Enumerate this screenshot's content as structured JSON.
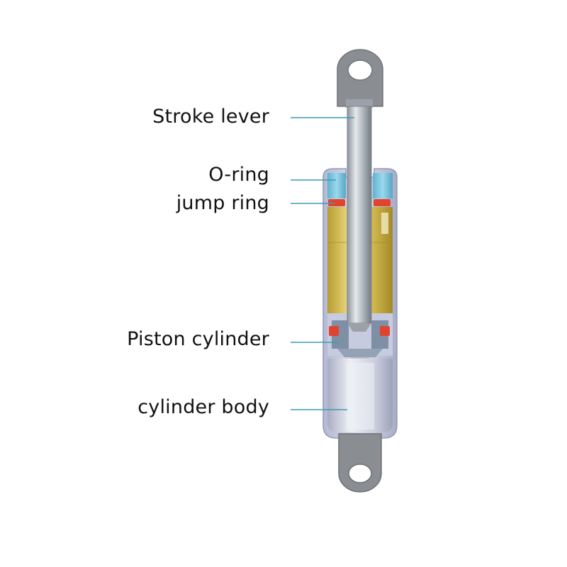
{
  "labels": {
    "stroke_lever": "Stroke lever",
    "o_ring": "O-ring",
    "jump_ring": "jump ring",
    "piston_cylinder": "Piston cylinder",
    "cylinder_body": "cylinder body"
  },
  "colors": {
    "leader_line": "#3a9bb0",
    "mount_eye": "#8a8d92",
    "rod": "#aeb4bb",
    "body_shell": "#c9cde4",
    "o_ring": "#7cc7e0",
    "jump_ring": "#e0442e",
    "oil": "#d8c25a",
    "piston": "#7e8fa6",
    "gas_chamber": "#d2d5e2"
  }
}
